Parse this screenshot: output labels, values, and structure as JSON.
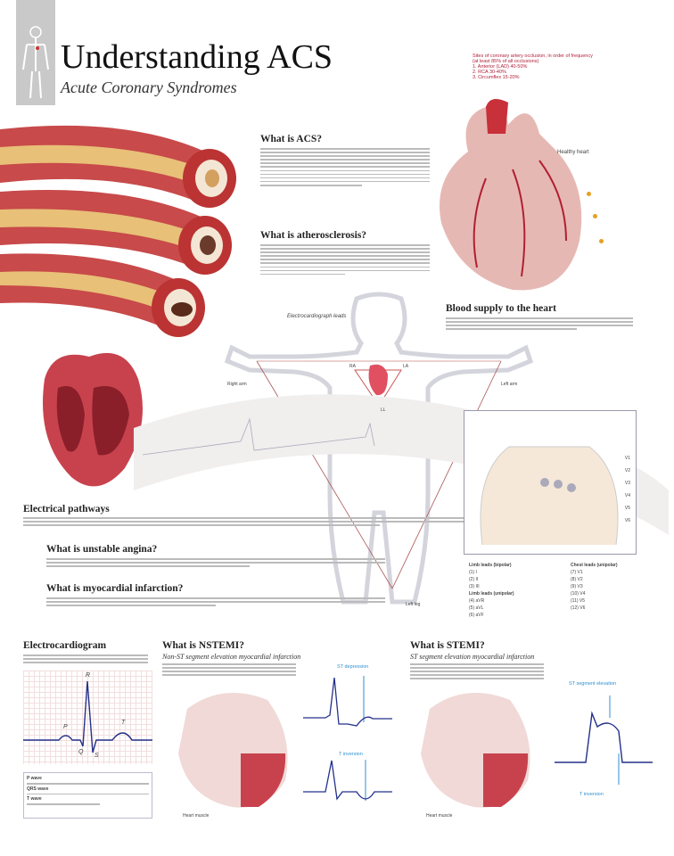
{
  "header": {
    "title": "Understanding ACS",
    "subtitle": "Acute Coronary Syndromes",
    "icon": "human-figure-icon"
  },
  "occlusion": {
    "title": "Sites of coronary artery occlusion, in order of frequency",
    "subtitle": "(at least 85% of all occlusions)",
    "items": [
      "1. Anterior (LAD) 40-50%",
      "2. RCA 30-40%",
      "3. Circumflex 15-20%"
    ]
  },
  "sections": {
    "what_acs": "What is ACS?",
    "atherosclerosis": "What is atherosclerosis?",
    "blood_supply": "Blood supply to the heart",
    "electrical": "Electrical pathways",
    "unstable_angina": "What is unstable angina?",
    "mi": "What is myocardial infarction?",
    "ecg": "Electrocardiogram",
    "nstemi": "What is NSTEMI?",
    "nstemi_sub": "Non-ST segment elevation myocardial infarction",
    "stemi": "What is STEMI?",
    "stemi_sub": "ST segment elevation myocardial infarction"
  },
  "labels": {
    "healthy_heart": "Healthy heart",
    "ecg_leads": "Electrocardiograph leads",
    "right_arm": "Right arm",
    "left_arm": "Left arm",
    "left_leg": "Left leg",
    "ra": "RA",
    "la": "LA",
    "ll": "LL",
    "st_depression": "ST depression",
    "t_inversion": "T inversion",
    "st_elevation": "ST segment elevation",
    "heart_muscle": "Heart muscle",
    "p": "P",
    "q": "Q",
    "r": "R",
    "s": "S",
    "t": "T"
  },
  "chest_leads": [
    "V1",
    "V2",
    "V3",
    "V4",
    "V5",
    "V6"
  ],
  "limb_leads": {
    "title": "Limb leads (bipolar)",
    "items": [
      "(1) I",
      "(2) II",
      "(3) III"
    ],
    "unipolar_title": "Limb leads (unipolar)",
    "unipolar": [
      "(4) aVR",
      "(5) aVL",
      "(6) aVF"
    ]
  },
  "chest_table": {
    "title": "Chest leads (unipolar)",
    "items": [
      "(7) V1",
      "(8) V2",
      "(9) V3",
      "(10) V4",
      "(11) V5",
      "(12) V6"
    ]
  },
  "waves": [
    "P wave",
    "QRS wave",
    "T wave"
  ],
  "colors": {
    "artery": "#b8303a",
    "heart": "#c8424e",
    "ecg": "#23318a",
    "annotation": "#2f8fd0"
  }
}
